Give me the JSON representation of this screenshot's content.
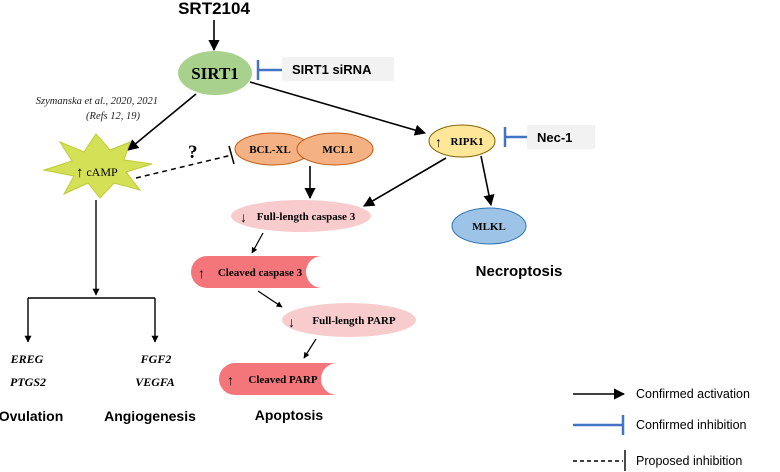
{
  "nodes": {
    "srt2104": "SRT2104",
    "sirt1": "SIRT1",
    "sirt1_sirna": "SIRT1 siRNA",
    "camp": "cAMP",
    "question": "?",
    "bclxl": "BCL-XL",
    "mcl1": "MCL1",
    "ripk1": "RIPK1",
    "nec1": "Nec-1",
    "mlkl": "MLKL",
    "fl_caspase3": "Full-length caspase 3",
    "cleaved_caspase3": "Cleaved caspase 3",
    "fl_parp": "Full-length PARP",
    "cleaved_parp": "Cleaved PARP"
  },
  "reference": {
    "line1": "Szymanska et al., 2020, 2021",
    "line2": "(Refs 12, 19)"
  },
  "genes": {
    "ereg": "EREG",
    "ptgs2": "PTGS2",
    "fgf2": "FGF2",
    "vegfa": "VEGFA"
  },
  "outcomes": {
    "ovulation": "Ovulation",
    "angiogenesis": "Angiogenesis",
    "apoptosis": "Apoptosis",
    "necroptosis": "Necroptosis"
  },
  "legend": {
    "activation": "Confirmed activation",
    "inhibition": "Confirmed inhibition",
    "proposed": "Proposed inhibition"
  },
  "colors": {
    "sirt1_fill": "#a9d18e",
    "camp_fill": "#d4e157",
    "camp_stroke": "#c0ca33",
    "bcl_fill": "#f4b183",
    "bcl_stroke": "#c55a11",
    "ripk1_fill": "#ffe699",
    "ripk1_stroke": "#7f6000",
    "mlkl_fill": "#9dc3e6",
    "mlkl_stroke": "#2e75b6",
    "pink_fill": "#f8cbcd",
    "red_fill": "#f4767a",
    "inhibition_blue": "#4472c4",
    "label_box": "#f2f2f2"
  }
}
